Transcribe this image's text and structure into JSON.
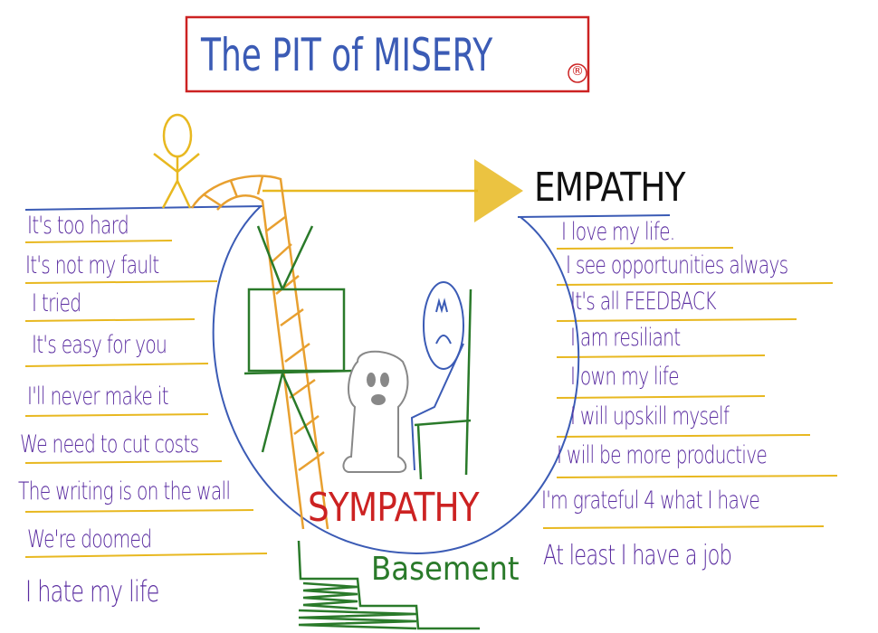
{
  "title": "The PIT of MISERY",
  "registered_mark": "®",
  "empathy_label": "EMPATHY",
  "sympathy_label": "SYMPATHY",
  "basement_label": "Basement",
  "left_phrases": [
    "It's too hard",
    "It's not my fault",
    "I tried",
    "It's easy for you",
    "I'll never make it",
    "We need to cut costs",
    "The writing is on the wall",
    "We're doomed",
    "I hate my life"
  ],
  "right_phrases": [
    "I love my life.",
    "I see opportunities always",
    "It's all FEEDBACK",
    "I am resiliant",
    "I own my life",
    "I will upskill myself",
    "I will be more productive",
    "I'm grateful 4 what I have",
    "At least I have a job"
  ],
  "colors": {
    "title": "#3b5bb5",
    "frame": "#cc2222",
    "phrases": "#5a2ca0",
    "underline": "#e8b820",
    "pit": "#3b5bb5",
    "ladder": "#e8a030",
    "green": "#2a7a2a"
  }
}
